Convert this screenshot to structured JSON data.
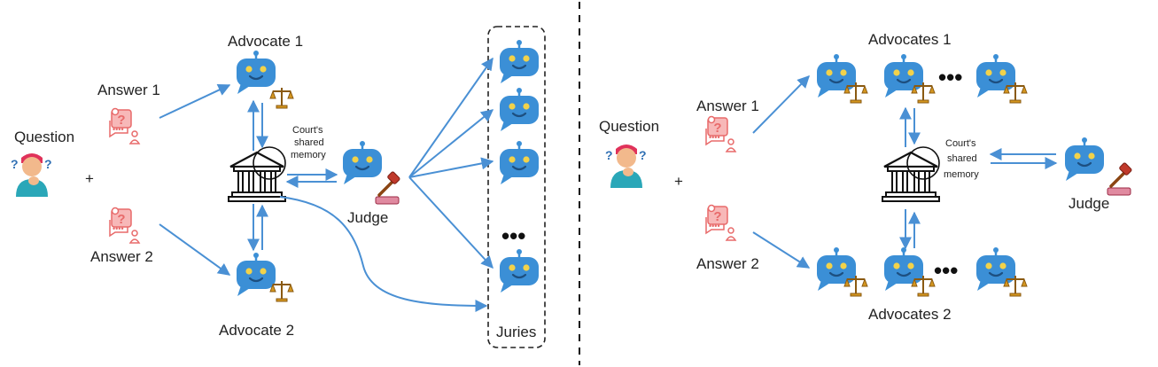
{
  "left_panel": {
    "question_label": "Question",
    "plus": "+",
    "answer1_label": "Answer 1",
    "answer2_label": "Answer 2",
    "advocate1_label": "Advocate 1",
    "advocate2_label": "Advocate 2",
    "memory_label": [
      "Court's",
      "shared",
      "memory"
    ],
    "judge_label": "Judge",
    "juries_label": "Juries",
    "ellipsis": "•••"
  },
  "right_panel": {
    "question_label": "Question",
    "plus": "+",
    "answer1_label": "Answer 1",
    "answer2_label": "Answer 2",
    "advocates1_label": "Advocates 1",
    "advocates2_label": "Advocates 2",
    "memory_label": [
      "Court's",
      "shared",
      "memory"
    ],
    "judge_label": "Judge",
    "ellipsis": "•••"
  },
  "colors": {
    "arrow": "#4a90d4",
    "robot": "#3b8fd6",
    "robot_eye": "#f2d24a",
    "answer_icon": "#e86a6a",
    "answer_fill": "#f7b8b8",
    "scale": "#d4961f",
    "hammer": "#c0392b",
    "person_shirt": "#2aa7b8",
    "person_hair": "#e0325a",
    "question_mark": "#2f6fb3"
  },
  "icons": [
    "person-icon",
    "answer-icon",
    "robot-icon",
    "scale-icon",
    "gavel-icon",
    "courthouse-icon"
  ]
}
